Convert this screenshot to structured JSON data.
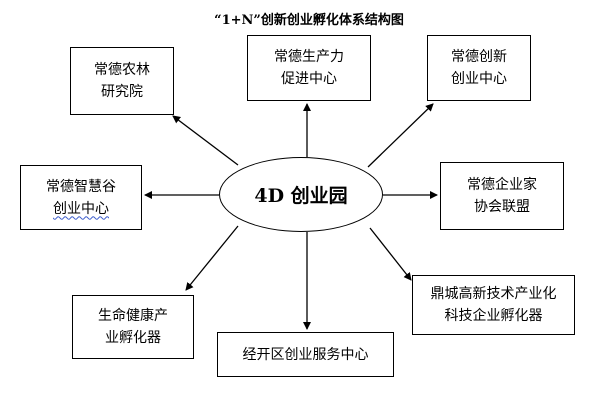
{
  "title": "“1+N”创新创业孵化体系结构图",
  "hub": {
    "label": "4D 创业园"
  },
  "nodes": {
    "nonglin": {
      "lines": [
        "常德农林",
        "研究院"
      ]
    },
    "shengchan": {
      "lines": [
        "常德生产力",
        "促进中心"
      ]
    },
    "chuangxin": {
      "lines": [
        "常德创新",
        "创业中心"
      ]
    },
    "zhihuigu": {
      "lines": [
        "常德智慧谷",
        "创业中心"
      ]
    },
    "qiyejia": {
      "lines": [
        "常德企业家",
        "协会联盟"
      ]
    },
    "shengming": {
      "lines": [
        "生命健康产",
        "业孵化器"
      ]
    },
    "jingkaiqu": {
      "lines": [
        "经开区创业服务中心"
      ]
    },
    "dingcheng": {
      "lines": [
        "鼎城高新技术产业化",
        "科技企业孵化器"
      ]
    }
  },
  "colors": {
    "line": "#000000",
    "border": "#000000",
    "spellcheck_underline": "#3b5ccc"
  }
}
